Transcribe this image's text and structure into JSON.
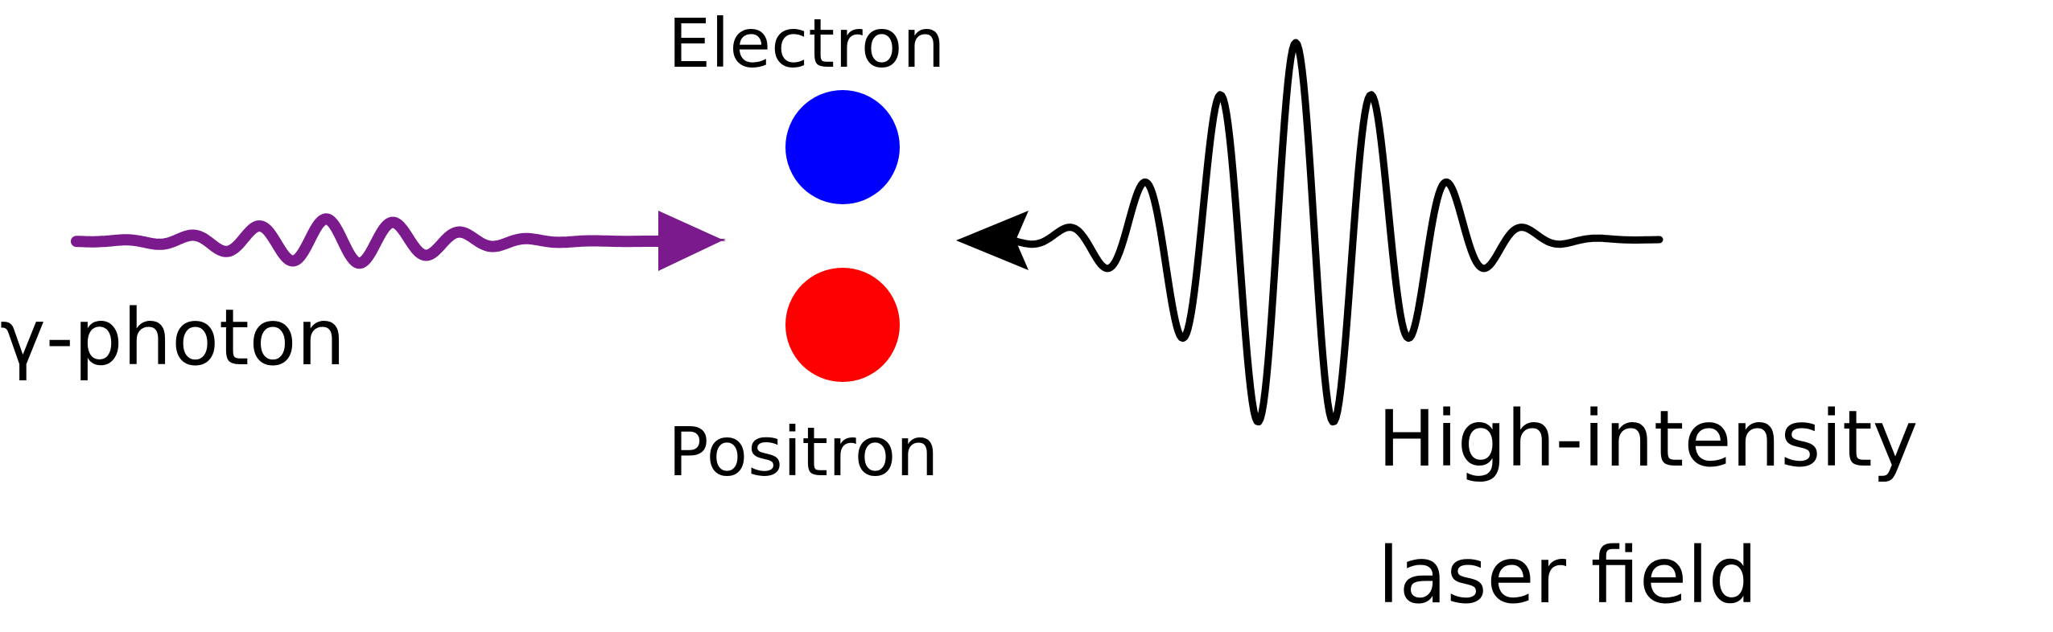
{
  "particles": {
    "electron": {
      "label": "Electron",
      "color": "#0000ff"
    },
    "positron": {
      "label": "Positron",
      "color": "#ff0000"
    }
  },
  "photon": {
    "label": "γ-photon",
    "color": "#7a1a8c"
  },
  "laser": {
    "label_line1": "High-intensity",
    "label_line2": "laser field",
    "color": "#000000"
  }
}
